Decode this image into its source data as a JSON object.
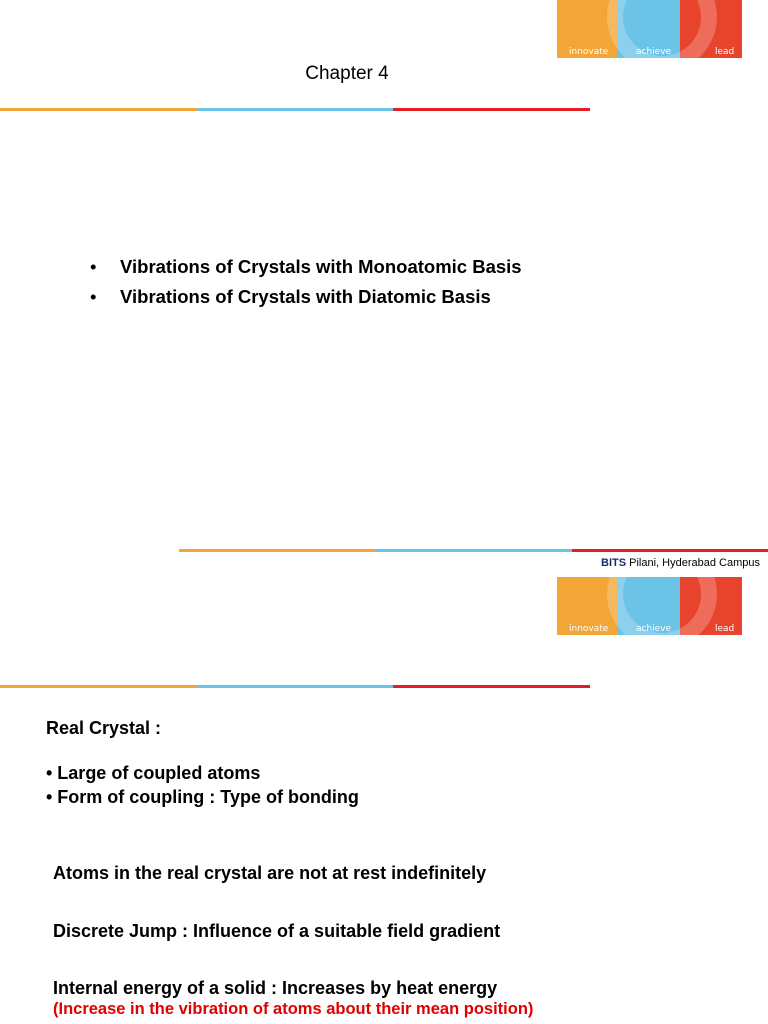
{
  "slide1": {
    "logo": {
      "innovate": "innovate",
      "achieve": "achieve",
      "lead": "lead"
    },
    "title": "Chapter 4",
    "bullet_char": "•",
    "bullets": [
      "Vibrations of Crystals with Monoatomic Basis",
      "Vibrations of Crystals with Diatomic Basis"
    ],
    "footer": {
      "bits": "BITS",
      "campus": " Pilani, Hyderabad Campus"
    }
  },
  "slide2": {
    "logo": {
      "innovate": "innovate",
      "achieve": "achieve",
      "lead": "lead"
    },
    "heading": "Real Crystal :",
    "points": [
      "• Large of coupled atoms",
      "• Form of coupling : Type of bonding"
    ],
    "line1": "Atoms in the real crystal are not at rest indefinitely",
    "line2": "Discrete Jump : Influence of a suitable field gradient",
    "line3": "Internal energy of a solid : Increases by heat energy",
    "note": "(Increase in the vibration of atoms about their mean position)"
  },
  "colors": {
    "orange": "#f2a637",
    "blue": "#6cc3e8",
    "red": "#e01e24",
    "navy": "#1b2a6b",
    "note_red": "#e00000"
  }
}
